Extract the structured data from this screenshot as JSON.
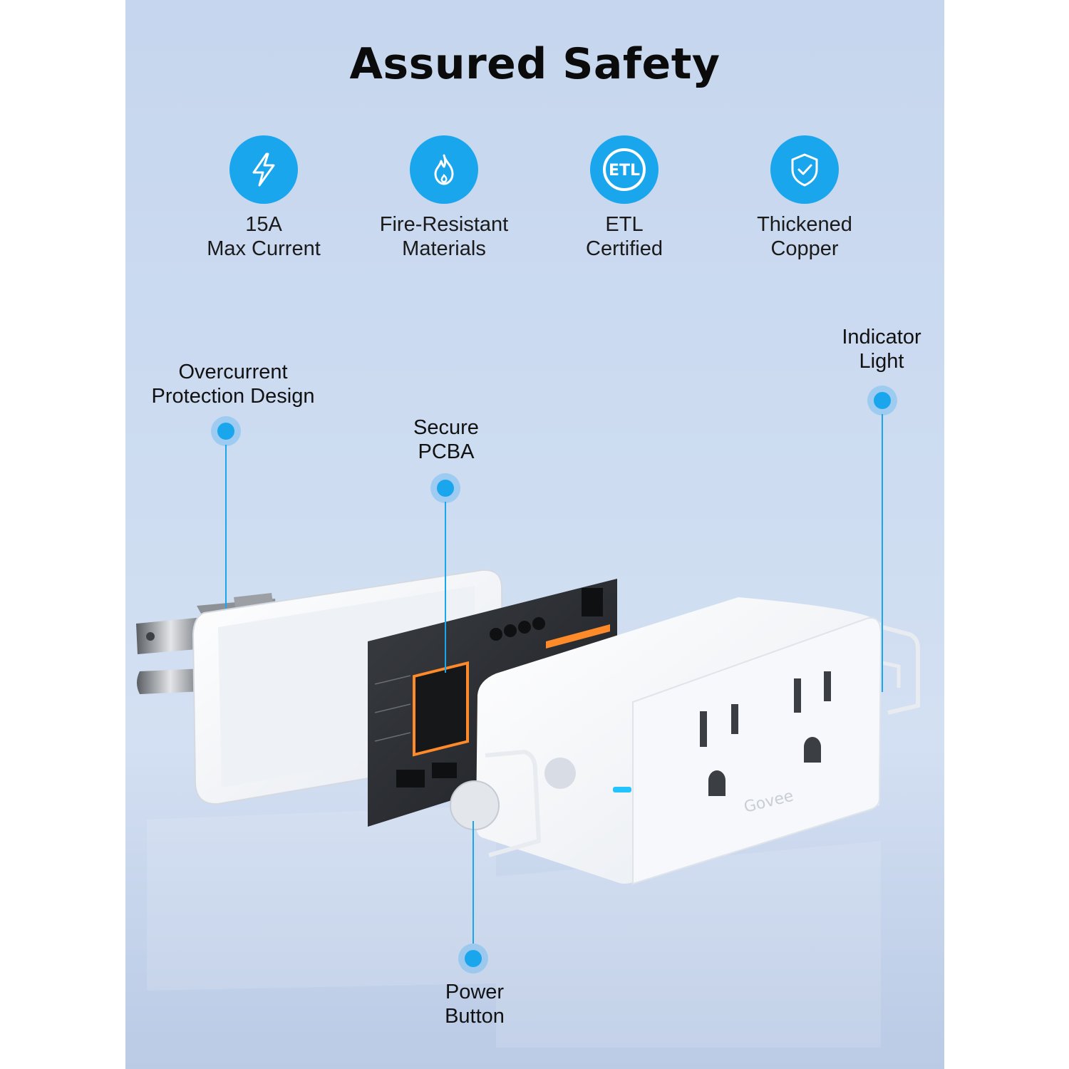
{
  "title": "Assured Safety",
  "features": [
    {
      "icon": "lightning-icon",
      "line1": "15A",
      "line2": "Max Current"
    },
    {
      "icon": "flame-icon",
      "line1": "Fire-Resistant",
      "line2": "Materials"
    },
    {
      "icon": "etl-listed-icon",
      "line1": "ETL",
      "line2": "Certified"
    },
    {
      "icon": "shield-check-icon",
      "line1": "Thickened",
      "line2": "Copper"
    }
  ],
  "callouts": {
    "overcurrent": {
      "line1": "Overcurrent",
      "line2": "Protection Design"
    },
    "pcba": {
      "line1": "Secure",
      "line2": "PCBA"
    },
    "indicator": {
      "line1": "Indicator",
      "line2": "Light"
    },
    "power": {
      "line1": "Power",
      "line2": "Button"
    }
  },
  "brand": "Govee",
  "colors": {
    "accent": "#1aa6ec",
    "background": "#cddcf1"
  }
}
